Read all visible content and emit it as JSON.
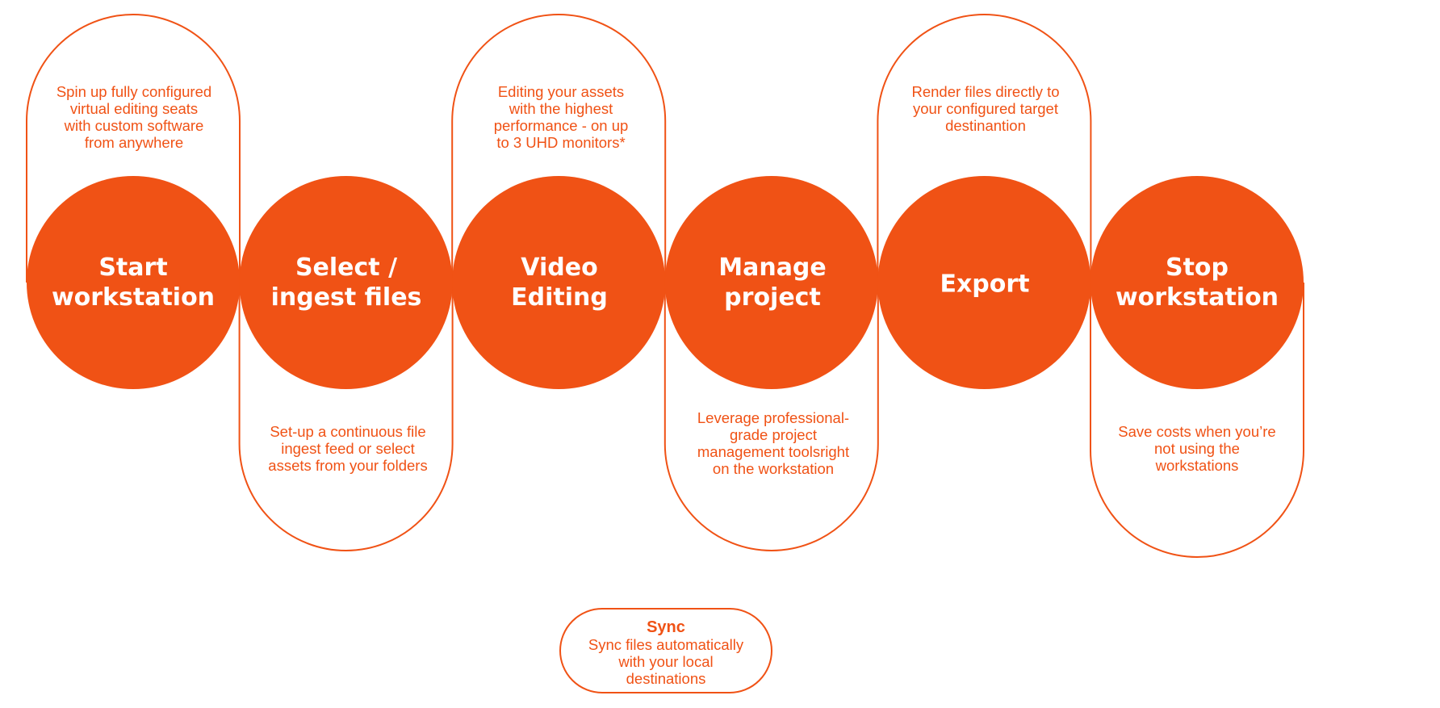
{
  "colors": {
    "accent": "#F05215",
    "circle_text": "#ffffff",
    "background": "#ffffff"
  },
  "steps": [
    {
      "title": "Start\nworkstation",
      "description": "Spin up fully configured\nvirtual editing seats\nwith custom software\nfrom anywhere",
      "description_position": "top"
    },
    {
      "title": "Select /\ningest files",
      "description": "Set-up a continuous file\ningest feed or select\nassets from your folders",
      "description_position": "bottom"
    },
    {
      "title": "Video\nEditing",
      "description": "Editing your assets\nwith the highest\nperformance - on up\nto 3 UHD monitors*",
      "description_position": "top"
    },
    {
      "title": "Manage\nproject",
      "description": "Leverage professional-\ngrade project\nmanagement toolsright\non the workstation",
      "description_position": "bottom"
    },
    {
      "title": "Export",
      "description": "Render files directly to\nyour configured target\ndestinantion",
      "description_position": "top"
    },
    {
      "title": "Stop\nworkstation",
      "description": "Save costs when you’re\nnot using the\nworkstations",
      "description_position": "bottom"
    }
  ],
  "sync": {
    "title": "Sync",
    "description": "Sync files automatically\nwith your local\ndestinations"
  }
}
